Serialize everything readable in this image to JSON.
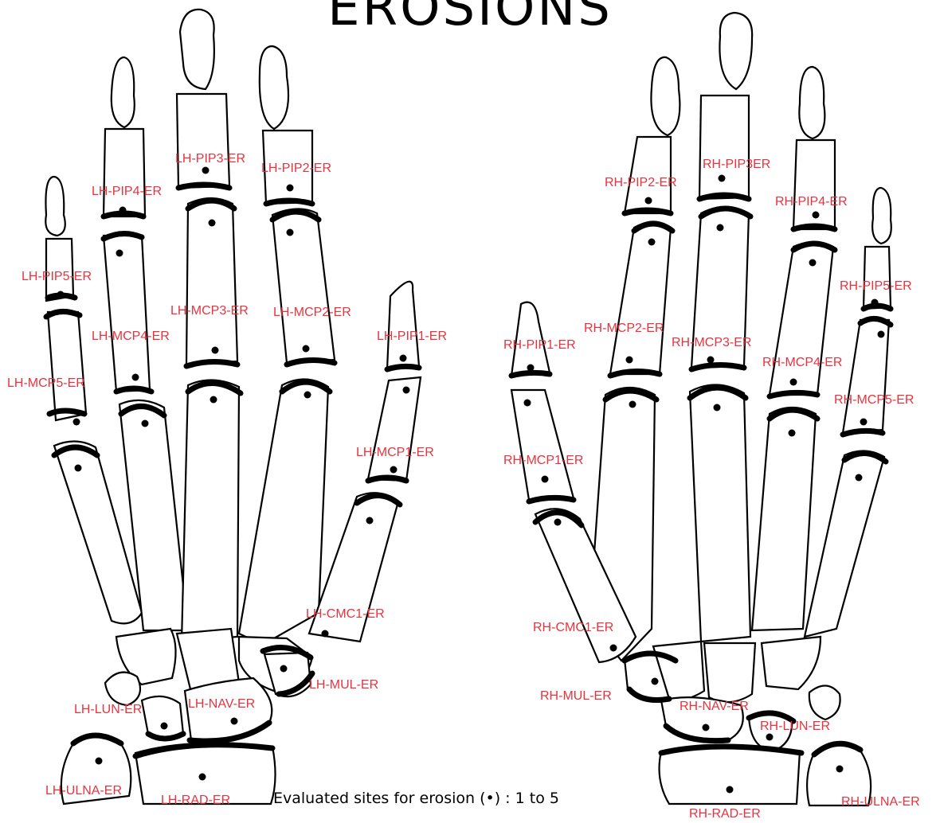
{
  "title": "EROSIONS",
  "caption": "Evaluated sites for erosion (•) : 1 to 5",
  "label_color": "#e8333f",
  "left_hand_labels": {
    "pip3": "LH-PIP3-ER",
    "pip2": "LH-PIP2-ER",
    "pip4": "LH-PIP4-ER",
    "pip5": "LH-PIP5-ER",
    "mcp3": "LH-MCP3-ER",
    "mcp2": "LH-MCP2-ER",
    "mcp4": "LH-MCP4-ER",
    "pip1": "LH-PIP1-ER",
    "mcp5": "LH-MCP5-ER",
    "mcp1": "LH-MCP1-ER",
    "cmc1": "LH-CMC1-ER",
    "mul": "LH-MUL-ER",
    "nav": "LH-NAV-ER",
    "lun": "LH-LUN-ER",
    "ulna": "LH-ULNA-ER",
    "rad": "LH-RAD-ER"
  },
  "right_hand_labels": {
    "pip3": "RH-PIP3ER",
    "pip2": "RH-PIP2-ER",
    "pip4": "RH-PIP4-ER",
    "pip5": "RH-PIP5-ER",
    "mcp2": "RH-MCP2-ER",
    "mcp3": "RH-MCP3-ER",
    "pip1": "RH-PIP1-ER",
    "mcp4": "RH-MCP4-ER",
    "mcp5": "RH-MCP5-ER",
    "mcp1": "RH-MCP1-ER",
    "cmc1": "RH-CMC1-ER",
    "mul": "RH-MUL-ER",
    "nav": "RH-NAV-ER",
    "lun": "RH-LUN-ER",
    "ulna": "RH-ULNA-ER",
    "rad": "RH-RAD-ER"
  }
}
